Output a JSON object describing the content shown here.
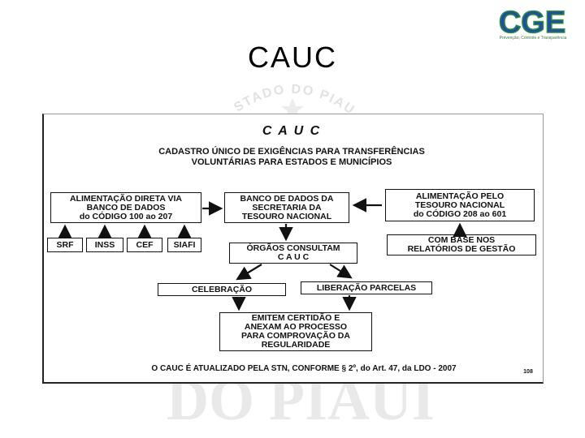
{
  "slide": {
    "title": "CAUC",
    "logo_text": "CGE",
    "logo_subtitle": "Prevenção, Controle e Transparência",
    "watermark_top": "ESTADO DO PIAUÍ",
    "watermark_bottom": "DO PIAUÍ"
  },
  "diagram": {
    "heading": "C A U C",
    "subtitle_line1": "CADASTRO  ÚNICO DE EXIGÊNCIAS PARA TRANSFERÊNCIAS",
    "subtitle_line2": "VOLUNTÁRIAS PARA ESTADOS E MUNICÍPIOS",
    "left_box": [
      "ALIMENTAÇÃO DIRETA VIA",
      "BANCO DE DADOS",
      "do CÓDIGO 100 ao 207"
    ],
    "center_box": [
      "BANCO DE DADOS DA",
      "SECRETARIA DA",
      "TESOURO NACIONAL"
    ],
    "right_box": [
      "ALIMENTAÇÃO PELO",
      "TESOURO NACIONAL",
      "do CÓDIGO 208 ao 601"
    ],
    "sources": [
      "SRF",
      "INSS",
      "CEF",
      "SIAFI"
    ],
    "orgaos_box": [
      "ÓRGÃOS CONSULTAM",
      "C A U C"
    ],
    "relatorios_box": [
      "COM BASE NOS",
      "RELATÓRIOS DE GESTÃO"
    ],
    "celebracao": "CELEBRAÇÃO",
    "liberacao": "LIBERAÇÃO PARCELAS",
    "certidao_box": [
      "EMITEM CERTIDÃO E",
      "ANEXAM AO PROCESSO",
      "PARA COMPROVAÇÃO DA",
      "REGULARIDADE"
    ],
    "footer": "O CAUC É ATUALIZADO PELA STN, CONFORME § 2º, do Art. 47, da LDO - 2007",
    "page_number": "108"
  },
  "colors": {
    "logo_green": "#2e8b3e",
    "logo_blue": "#1f4fa0",
    "watermark": "#e6e6e6"
  }
}
